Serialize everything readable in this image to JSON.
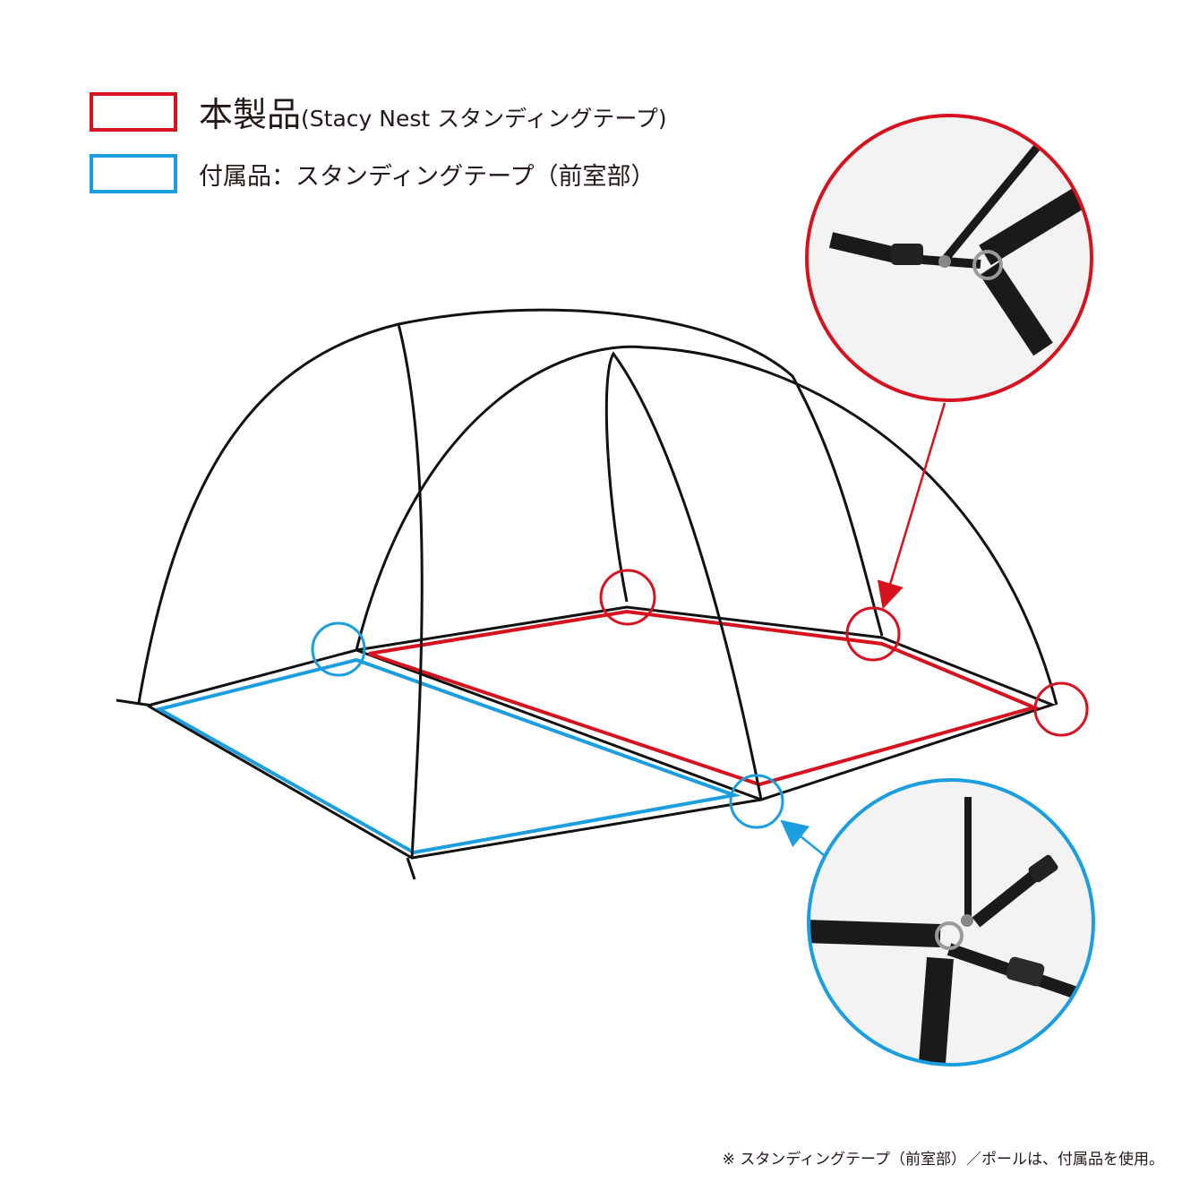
{
  "legend": {
    "product": {
      "label_main": "本製品",
      "label_sub": "(Stacy Nest スタンディングテープ)",
      "color": "#d7121f"
    },
    "accessory": {
      "label": "付属品：スタンディングテープ（前室部）",
      "color": "#1a9ee0"
    }
  },
  "footnote": "※ スタンディングテープ（前室部）／ポールは、付属品を使用。",
  "colors": {
    "pole": "#111111",
    "product": "#d7121f",
    "accessory": "#1a9ee0"
  },
  "icons": [
    "tent-frame-illustration",
    "red-callout-detail",
    "blue-callout-detail",
    "buckle-icon",
    "strap-icon"
  ]
}
